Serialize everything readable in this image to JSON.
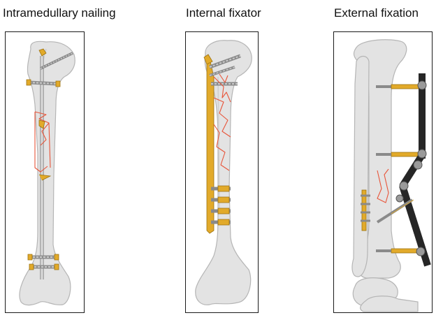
{
  "panels": [
    {
      "title": "Intramedullary nailing"
    },
    {
      "title": "Internal fixator"
    },
    {
      "title": "External fixation"
    }
  ],
  "colors": {
    "bone_fill": "#e3e3e3",
    "bone_outline": "#b5b5b5",
    "implant": "#e2aa2a",
    "implant_outline": "#9c7210",
    "fracture": "#e8553a",
    "frame_bar": "#262626",
    "screw_steel": "#9a9a9a",
    "background": "#ffffff",
    "border": "#1a1a1a"
  },
  "icons": [
    "femur-bone-illustration",
    "intramedullary-nail",
    "locking-plate",
    "external-fixator-frame",
    "fracture-line"
  ]
}
